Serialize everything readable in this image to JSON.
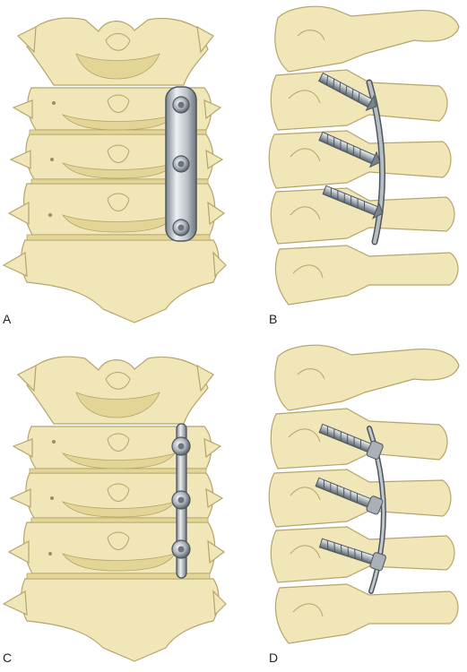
{
  "figure": {
    "panels": [
      {
        "label": "A",
        "view": "anterior",
        "implant": "plate"
      },
      {
        "label": "B",
        "view": "lateral",
        "implant": "plate"
      },
      {
        "label": "C",
        "view": "anterior",
        "implant": "rod"
      },
      {
        "label": "D",
        "view": "lateral",
        "implant": "rod"
      }
    ]
  },
  "colors": {
    "bone": "#f0e6b7",
    "bone_shadow": "#e3d595",
    "disc": "#e8dcae",
    "outline": "#b4a56c",
    "metal_light": "#eceff1",
    "metal_mid": "#a9b0b6",
    "metal_dark": "#5f6870",
    "background": "#ffffff"
  }
}
